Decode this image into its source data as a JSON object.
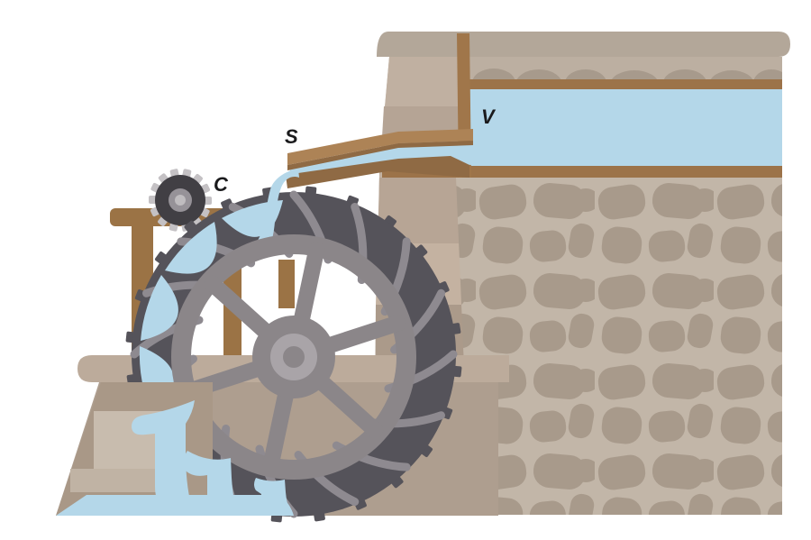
{
  "diagram": {
    "type": "overshot-waterwheel-illustration",
    "labels": {
      "cog": "C",
      "sluice": "S",
      "reservoir": "V"
    },
    "colors": {
      "water": "#b4d7e9",
      "wood": "#9c7349",
      "wood_light": "#ad8356",
      "wood_dark": "#8f6a44",
      "wall_bg": "#c2b6a8",
      "stone": "#a89a8b",
      "tower": "#b5a495",
      "tower_band_light": "#c3b3a3",
      "cap": "#b3a799",
      "beam": "#bcab9b",
      "ground": "#ae9e8f",
      "embankment": "#a99887",
      "step_light": "#c8bcae",
      "step_mid": "#c0b3a4",
      "wheel_dark": "#55535a",
      "wheel_blade": "#8e8a90",
      "wheel_face": "#8b8689",
      "hub_light": "#a9a4a8",
      "gear_body": "#413f44",
      "gear_teeth": "#c4c1c4",
      "label_ink": "#1a1a1c"
    }
  }
}
